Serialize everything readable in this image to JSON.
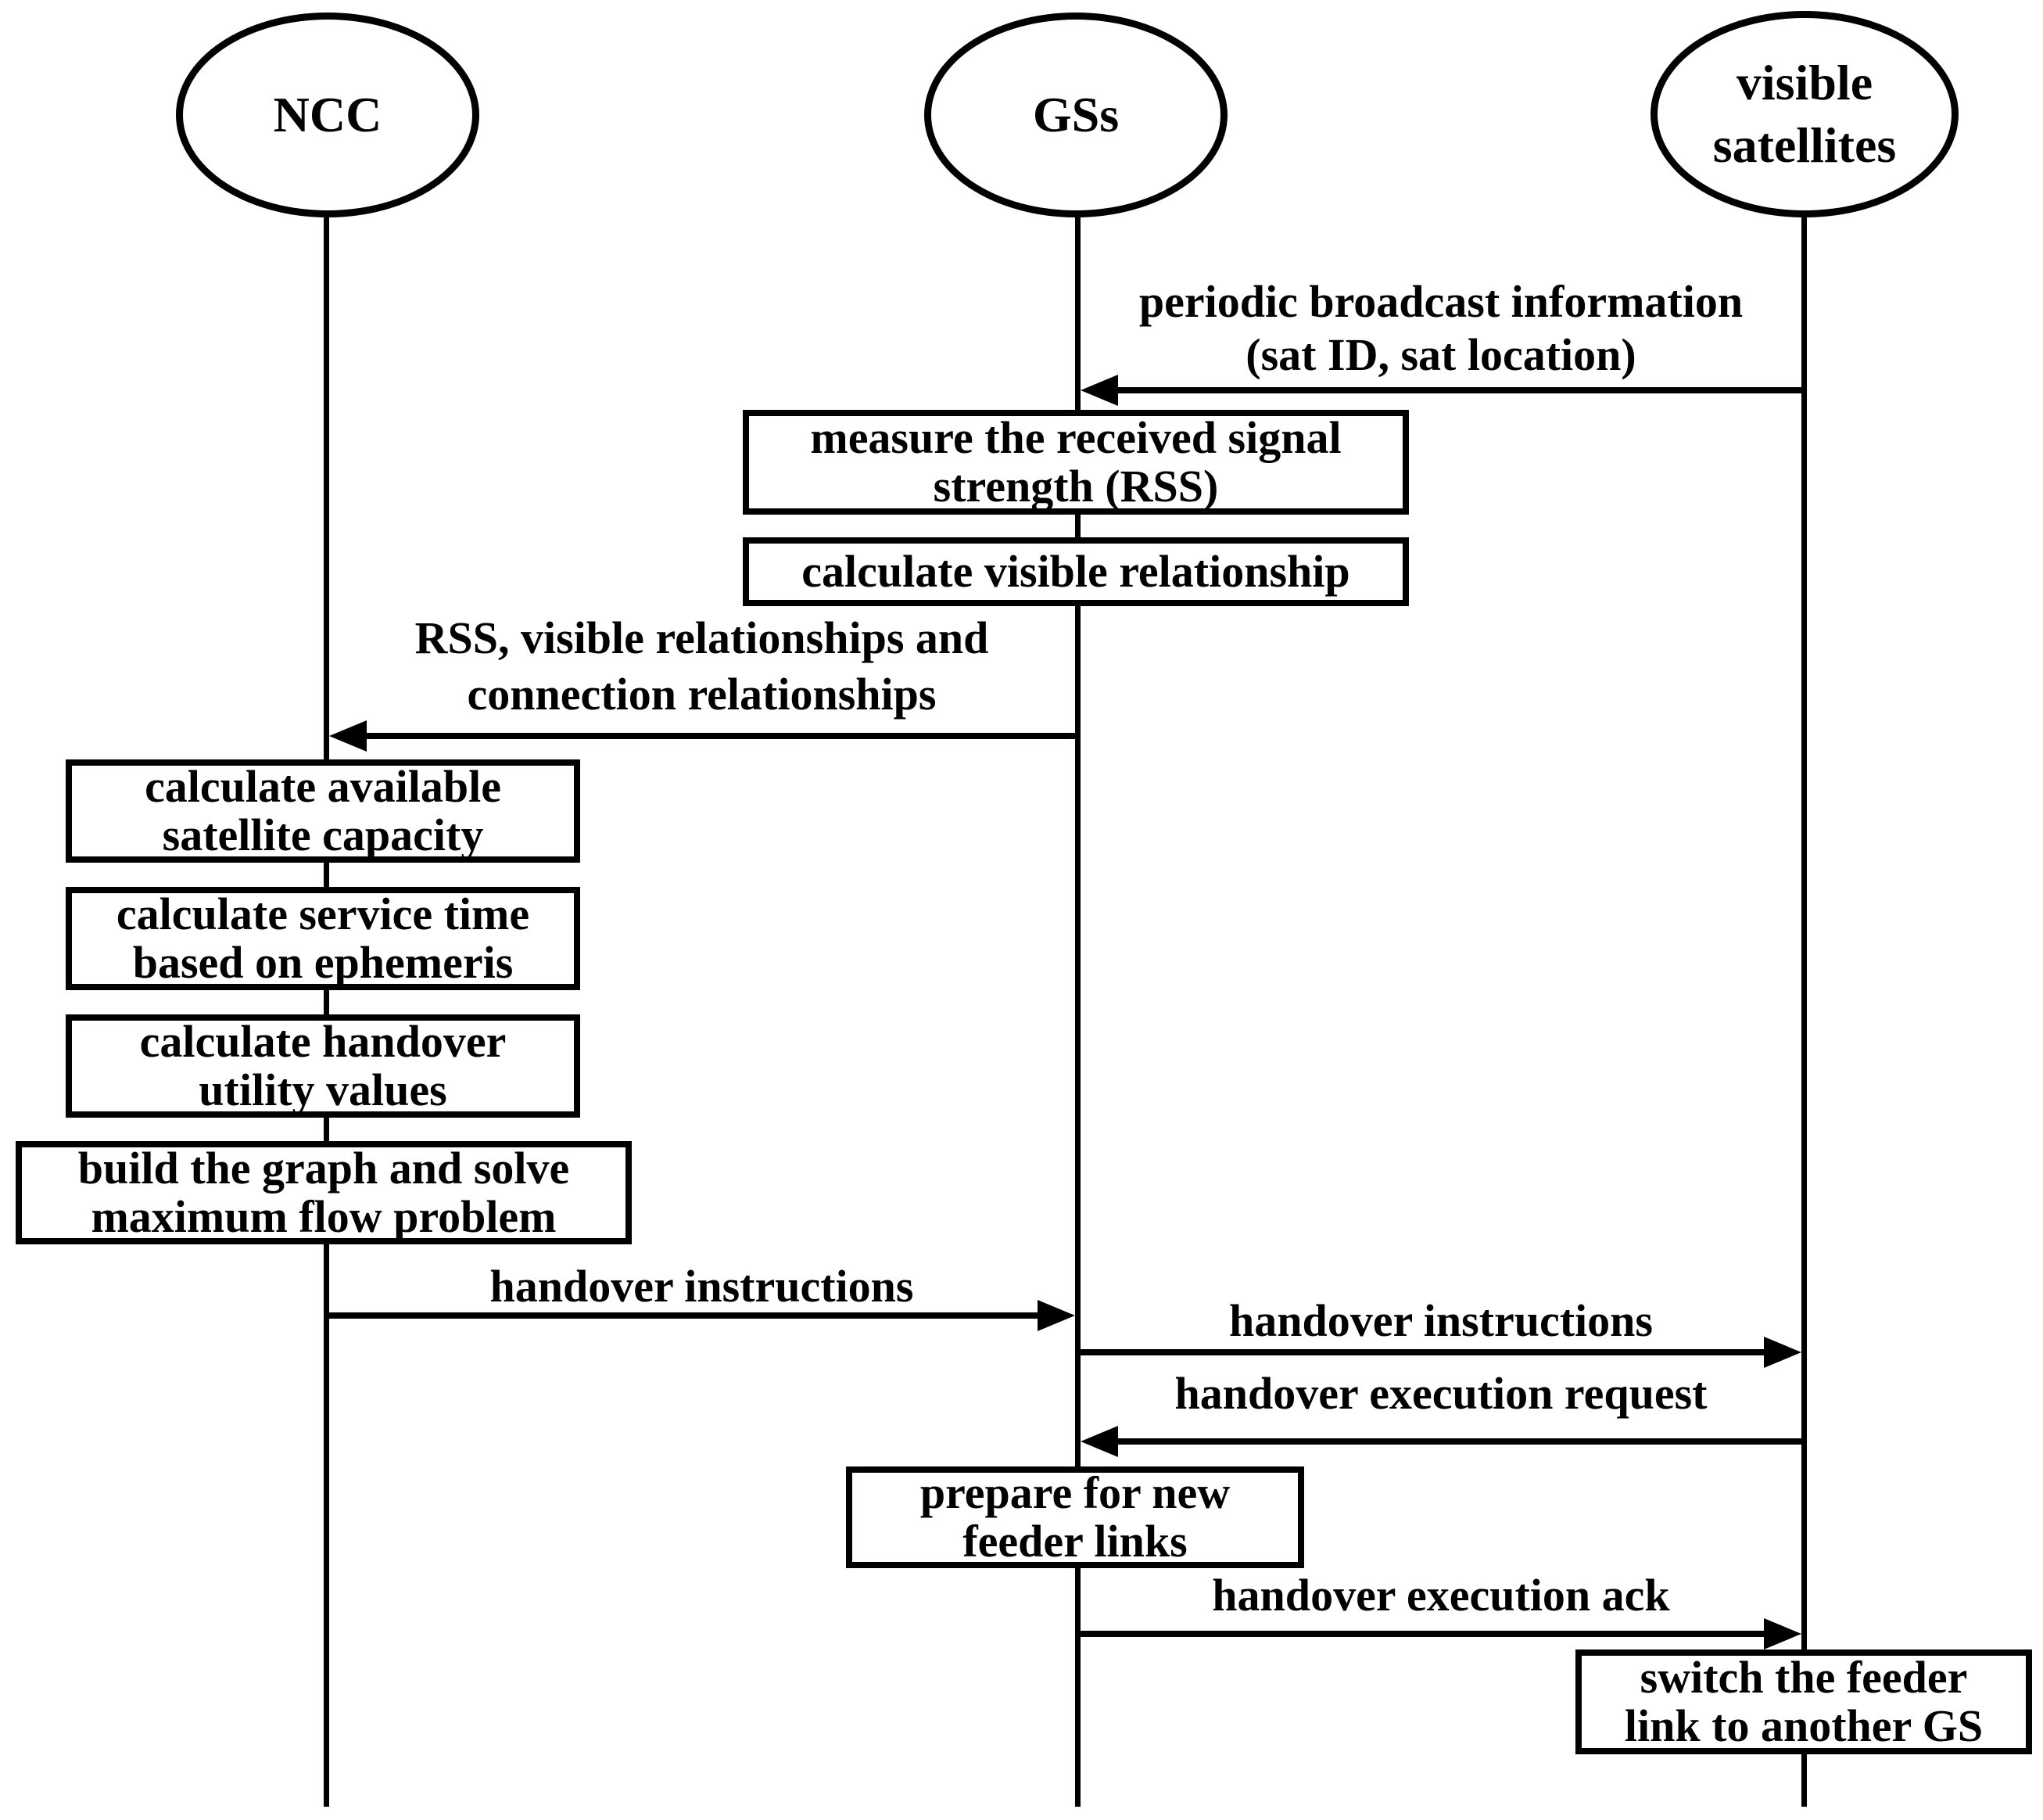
{
  "diagram": {
    "type": "sequence-diagram",
    "background": "#ffffff",
    "ink": "#000000",
    "actors": {
      "ncc": {
        "label": "NCC"
      },
      "gss": {
        "label": "GSs"
      },
      "satellites": {
        "line1": "visible",
        "line2": "satellites"
      }
    },
    "messages": {
      "broadcast": {
        "line1": "periodic broadcast information",
        "line2": "(sat ID, sat location)",
        "from": "visible satellites",
        "to": "GSs",
        "direction": "left"
      },
      "rss_report": {
        "line1": "RSS, visible relationships and",
        "line2": "connection relationships",
        "from": "GSs",
        "to": "NCC",
        "direction": "left"
      },
      "handover_instructions_ncc": {
        "label": "handover instructions",
        "from": "NCC",
        "to": "GSs",
        "direction": "right"
      },
      "handover_instructions_gs": {
        "label": "handover instructions",
        "from": "GSs",
        "to": "visible satellites",
        "direction": "right"
      },
      "handover_execution_request": {
        "label": "handover execution request",
        "from": "visible satellites",
        "to": "GSs",
        "direction": "left"
      },
      "handover_execution_ack": {
        "label": "handover execution ack",
        "from": "GSs",
        "to": "visible satellites",
        "direction": "right"
      }
    },
    "activities": {
      "measure_rss": {
        "actor": "GSs",
        "line1": "measure the received signal",
        "line2": "strength (RSS)"
      },
      "calc_visible": {
        "actor": "GSs",
        "line1": "calculate visible relationship"
      },
      "calc_capacity": {
        "actor": "NCC",
        "line1": "calculate available",
        "line2": "satellite capacity"
      },
      "calc_service_time": {
        "actor": "NCC",
        "line1": "calculate service time",
        "line2": "based on ephemeris"
      },
      "calc_utility": {
        "actor": "NCC",
        "line1": "calculate handover",
        "line2": "utility values"
      },
      "build_graph": {
        "actor": "NCC",
        "line1": "build the graph and solve",
        "line2": "maximum flow problem"
      },
      "prepare_links": {
        "actor": "GSs",
        "line1": "prepare for new",
        "line2": "feeder links"
      },
      "switch_link": {
        "actor": "visible satellites",
        "line1": "switch the feeder",
        "line2": "link to another GS"
      }
    }
  }
}
